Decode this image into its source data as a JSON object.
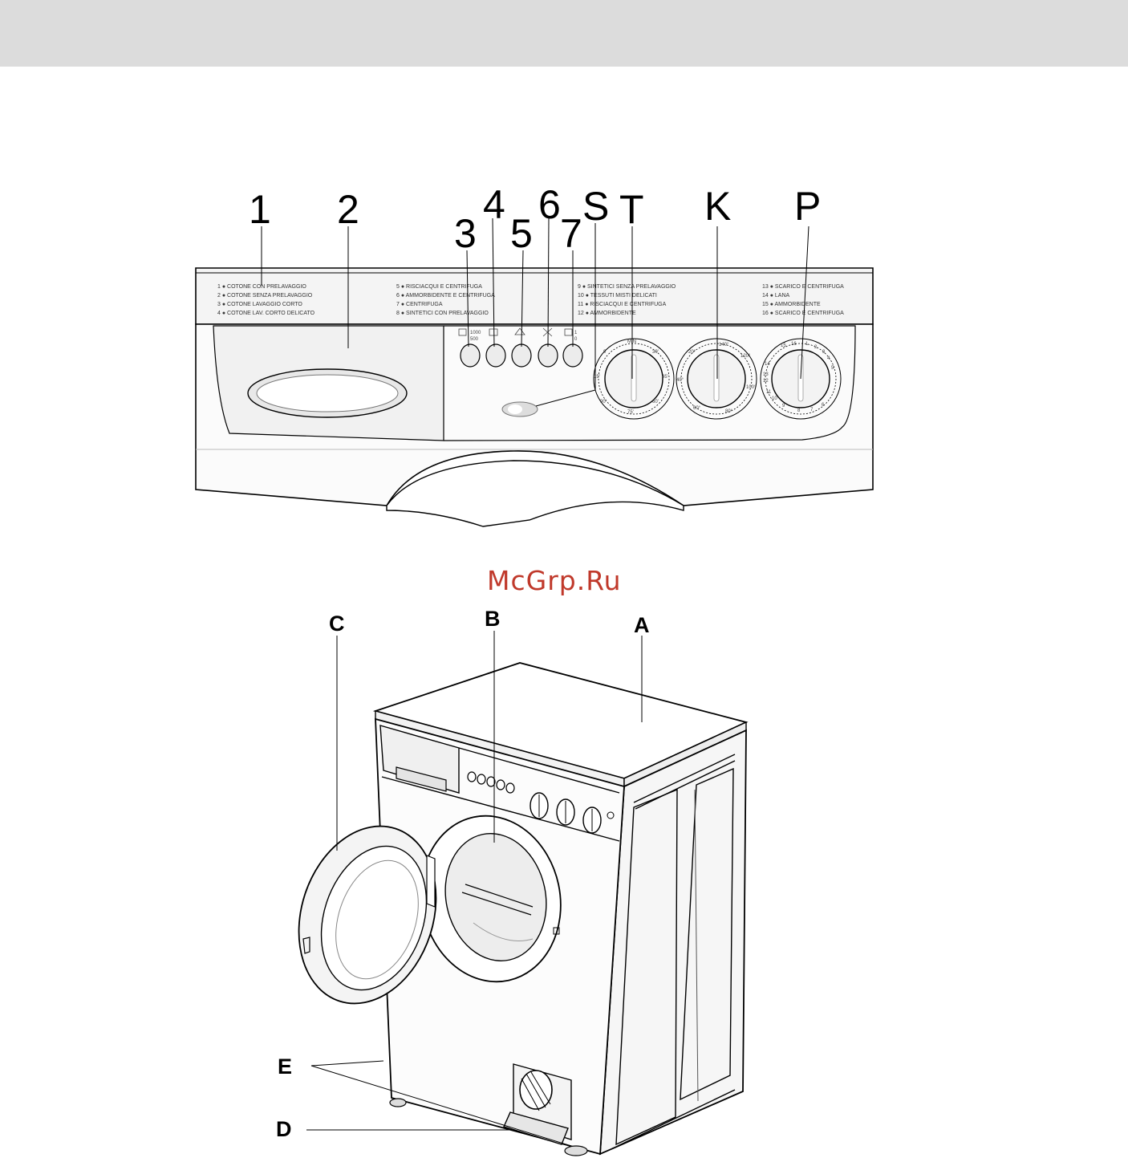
{
  "callouts": {
    "c1": "1",
    "c2": "2",
    "c3": "3",
    "c4": "4",
    "c5": "5",
    "c6": "6",
    "c7": "7",
    "cS": "S",
    "cT": "T",
    "cK": "K",
    "cP": "P",
    "cA": "A",
    "cB": "B",
    "cC": "C",
    "cD": "D",
    "cE": "E"
  },
  "program_list": {
    "col1": [
      "1 ● COTONE CON PRELAVAGGIO",
      "2 ● COTONE SENZA PRELAVAGGIO",
      "3 ● COTONE LAVAGGIO CORTO",
      "4 ● COTONE LAV. CORTO DELICATO"
    ],
    "col2": [
      "5 ● RISCIACQUI E CENTRIFUGA",
      "6 ● AMMORBIDENTE E CENTRIFUGA",
      "7 ● CENTRIFUGA",
      "8 ● SINTETICI CON PRELAVAGGIO"
    ],
    "col3": [
      "9 ● SINTETICI SENZA PRELAVAGGIO",
      "10 ● TESSUTI MISTI DELICATI",
      "11 ● RISCIACQUI E CENTRIFUGA",
      "12 ● AMMORBIDENTE"
    ],
    "col4": [
      "13 ● SCARICO E CENTRIFUGA",
      "14 ● LANA",
      "15 ● AMMORBIDENTE",
      "16 ● SCARICO E CENTRIFUGA"
    ]
  },
  "button_labels": {
    "b3_top": "1000",
    "b3_bot": "500",
    "b7_top": "1",
    "b7_bot": "0"
  },
  "dial_T": [
    "MIN",
    "30'",
    "45'",
    "60'",
    "75'",
    "90'",
    "15'",
    "0"
  ],
  "dial_K": [
    "140°",
    "120°",
    "100°",
    "80°",
    "60°",
    "40°",
    "20°"
  ],
  "dial_P": [
    "16",
    "1",
    "2",
    "3",
    "4",
    "5",
    "6",
    "7",
    "8",
    "9",
    "10",
    "11",
    "12",
    "13",
    "14",
    "15"
  ],
  "watermark": "McGrp.Ru",
  "colors": {
    "topbar": "#dcdcdc",
    "watermark": "#c0392b"
  }
}
